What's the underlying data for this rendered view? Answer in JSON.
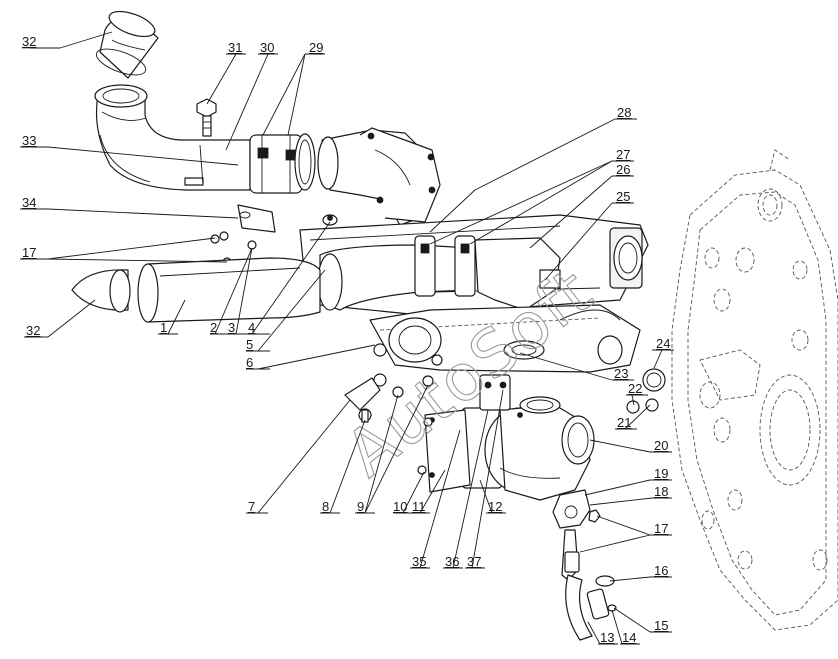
{
  "watermark": "AutoSoft",
  "callouts": [
    "1",
    "2",
    "3",
    "4",
    "5",
    "6",
    "7",
    "8",
    "9",
    "10",
    "11",
    "12",
    "13",
    "14",
    "15",
    "16",
    "17",
    "18",
    "19",
    "20",
    "21",
    "22",
    "23",
    "24",
    "25",
    "26",
    "27",
    "28",
    "29",
    "30",
    "31",
    "32",
    "33",
    "34",
    "35",
    "36",
    "37"
  ]
}
